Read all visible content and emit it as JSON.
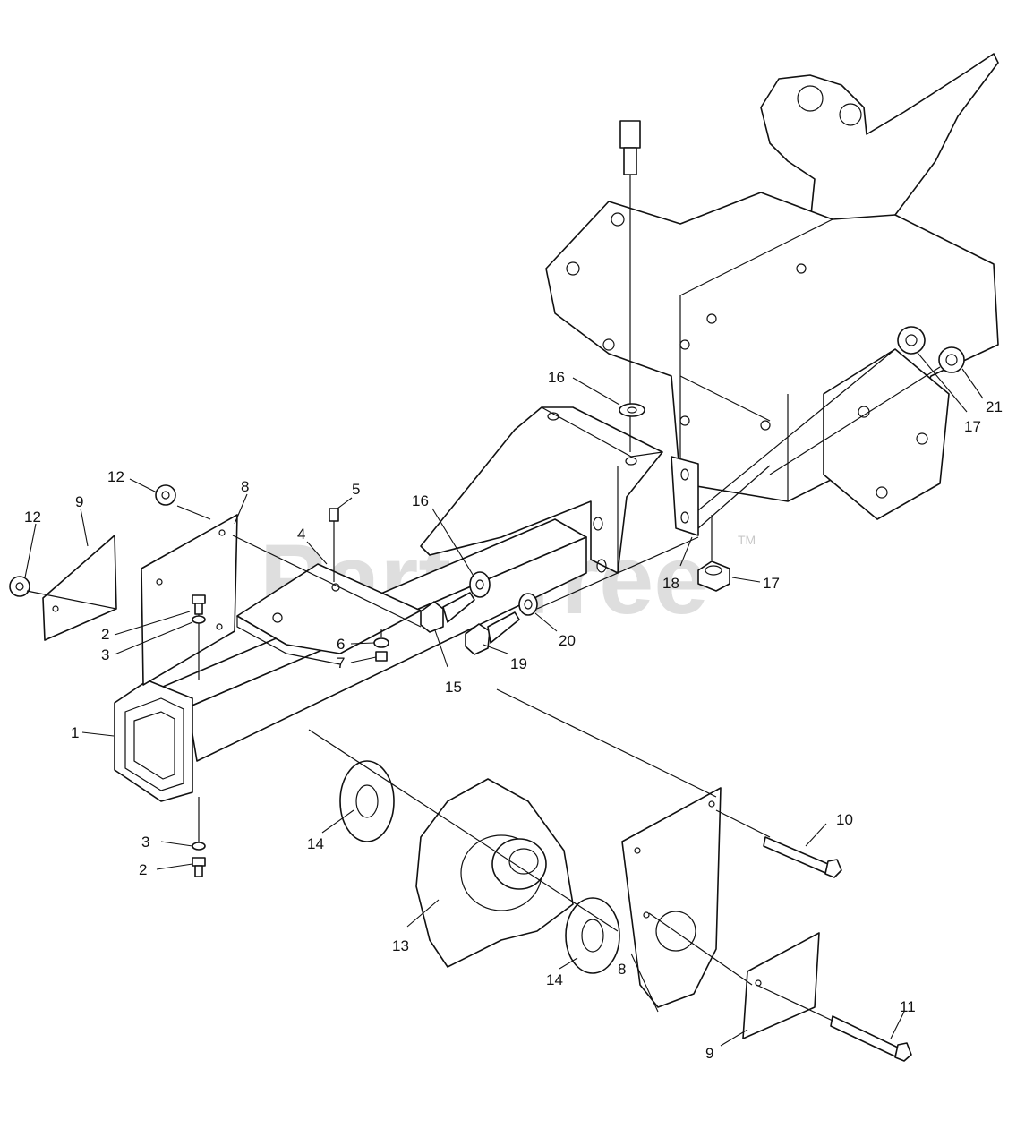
{
  "diagram": {
    "watermark": "PartsTree",
    "trademark": "TM",
    "callouts": [
      {
        "id": "c1",
        "label": "1"
      },
      {
        "id": "c2a",
        "label": "2"
      },
      {
        "id": "c2b",
        "label": "2"
      },
      {
        "id": "c3a",
        "label": "3"
      },
      {
        "id": "c3b",
        "label": "3"
      },
      {
        "id": "c4",
        "label": "4"
      },
      {
        "id": "c5",
        "label": "5"
      },
      {
        "id": "c6",
        "label": "6"
      },
      {
        "id": "c7",
        "label": "7"
      },
      {
        "id": "c8a",
        "label": "8"
      },
      {
        "id": "c8b",
        "label": "8"
      },
      {
        "id": "c9a",
        "label": "9"
      },
      {
        "id": "c9b",
        "label": "9"
      },
      {
        "id": "c10",
        "label": "10"
      },
      {
        "id": "c11",
        "label": "11"
      },
      {
        "id": "c12a",
        "label": "12"
      },
      {
        "id": "c12b",
        "label": "12"
      },
      {
        "id": "c13",
        "label": "13"
      },
      {
        "id": "c14a",
        "label": "14"
      },
      {
        "id": "c14b",
        "label": "14"
      },
      {
        "id": "c15",
        "label": "15"
      },
      {
        "id": "c16a",
        "label": "16"
      },
      {
        "id": "c16b",
        "label": "16"
      },
      {
        "id": "c17a",
        "label": "17"
      },
      {
        "id": "c17b",
        "label": "17"
      },
      {
        "id": "c18",
        "label": "18"
      },
      {
        "id": "c19",
        "label": "19"
      },
      {
        "id": "c20",
        "label": "20"
      },
      {
        "id": "c21",
        "label": "21"
      }
    ]
  }
}
